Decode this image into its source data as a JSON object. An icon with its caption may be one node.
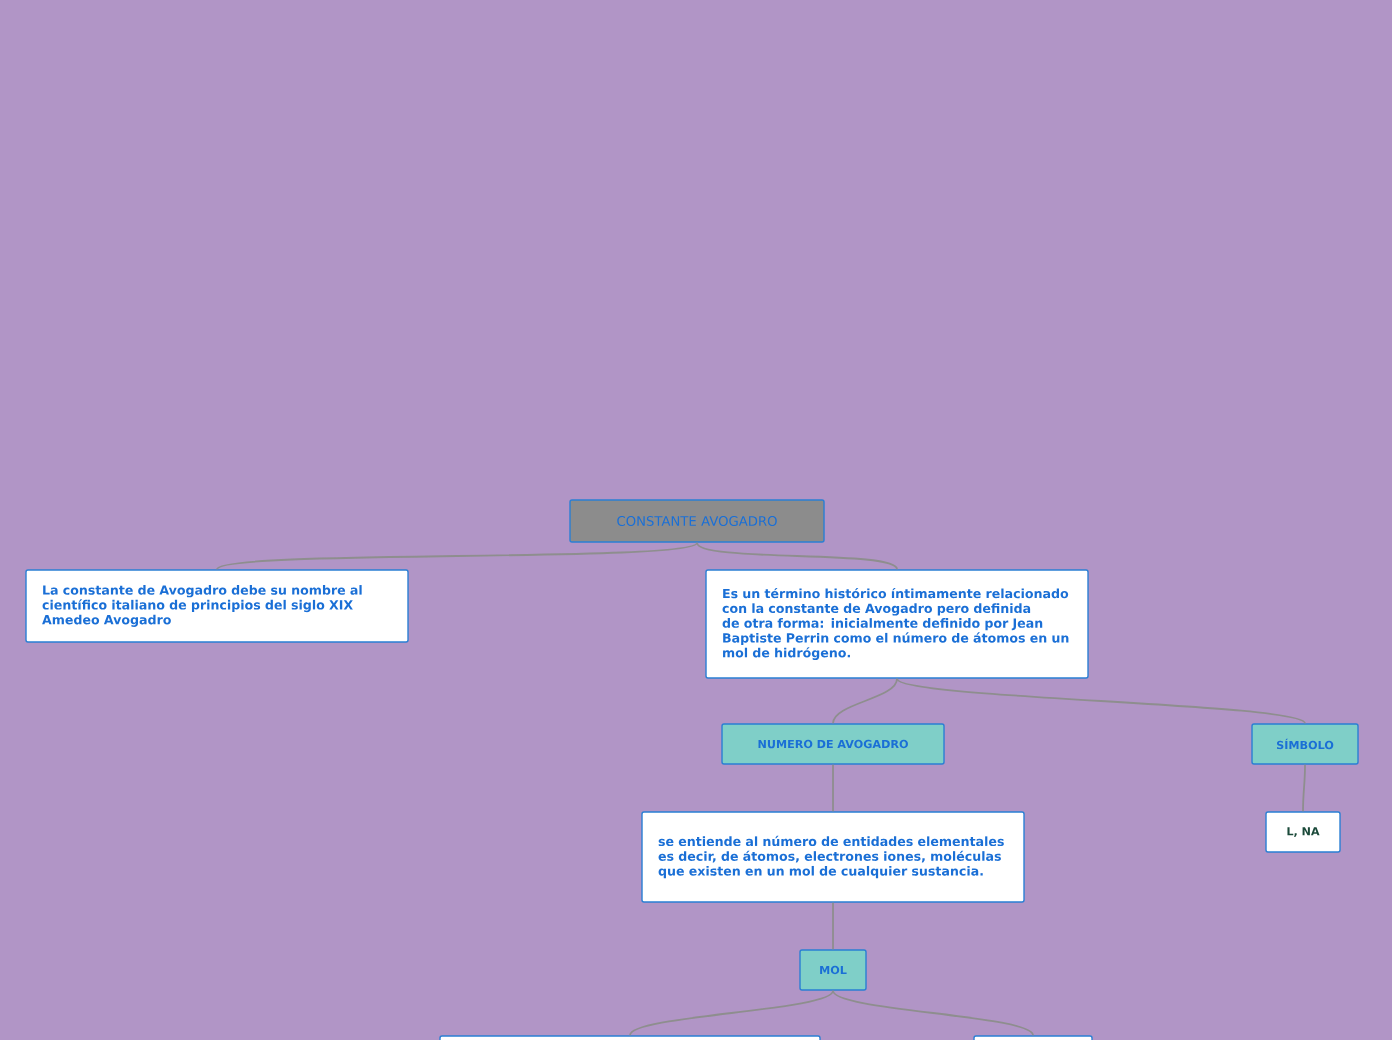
{
  "diagram": {
    "nodes": [
      {
        "text": [
          "CONSTANTE AVOGADRO"
        ]
      },
      {
        "text": [
          "La constante de Avogadro debe su nombre al científico italiano de principios del siglo XIX Amedeo Avogadro"
        ]
      },
      {
        "text": [
          "Es un término histórico íntimamente relacionado con la constante de Avogadro pero definida de otra forma: inicialmente definido por Jean Baptiste Perrin como el número de átomos en un mol de hidrógeno."
        ]
      },
      {
        "text": [
          "NUMERO DE AVOGADRO"
        ]
      },
      {
        "text": [
          "SÍMBOLO"
        ]
      },
      {
        "text": [
          "se entiende al número de entidades elementales es decir, de átomos, electrones iones, moléculas que existen en un mol de cualquier sustancia."
        ]
      },
      {
        "text": [
          "L, NA"
        ]
      },
      {
        "text": [
          "MOL"
        ]
      },
      {
        "text": [],
        "shape": "box"
      },
      {
        "text": [],
        "shape": "box"
      }
    ],
    "edges": [
      {
        "from": 0,
        "to": 1,
        "arrow": "none"
      },
      {
        "from": 0,
        "to": 2,
        "arrow": "none"
      },
      {
        "from": 2,
        "to": 3,
        "arrow": "none"
      },
      {
        "from": 2,
        "to": 4,
        "arrow": "none"
      },
      {
        "from": 3,
        "to": 5,
        "arrow": "none"
      },
      {
        "from": 4,
        "to": 6,
        "arrow": "none"
      },
      {
        "from": 5,
        "to": 7,
        "arrow": "none"
      },
      {
        "from": 7,
        "to": 8,
        "arrow": "none"
      },
      {
        "from": 7,
        "to": 9,
        "arrow": "none"
      }
    ]
  }
}
